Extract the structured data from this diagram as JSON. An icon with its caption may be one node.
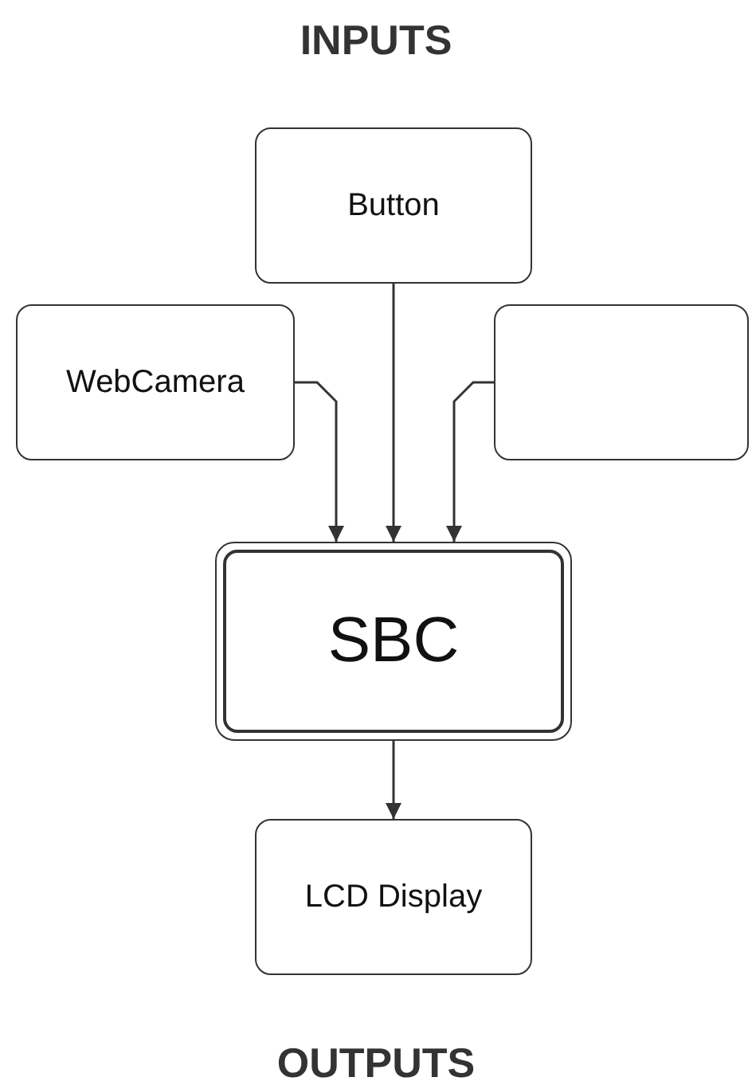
{
  "diagram": {
    "title": "INPUTS",
    "caption": "OUTPUTS",
    "nodes": [
      {
        "text": [
          "Button"
        ]
      },
      {
        "text": [
          "WebCamera"
        ]
      },
      {
        "text": [],
        "shape": "box"
      },
      {
        "text": [
          "SBC"
        ]
      },
      {
        "text": [
          "LCD Display"
        ]
      }
    ],
    "edges": [
      {
        "from": 1,
        "to": 3,
        "arrow": "to"
      },
      {
        "from": 0,
        "to": 3,
        "arrow": "to"
      },
      {
        "from": 2,
        "to": 3,
        "arrow": "to"
      },
      {
        "from": 3,
        "to": 4,
        "arrow": "to"
      }
    ]
  }
}
